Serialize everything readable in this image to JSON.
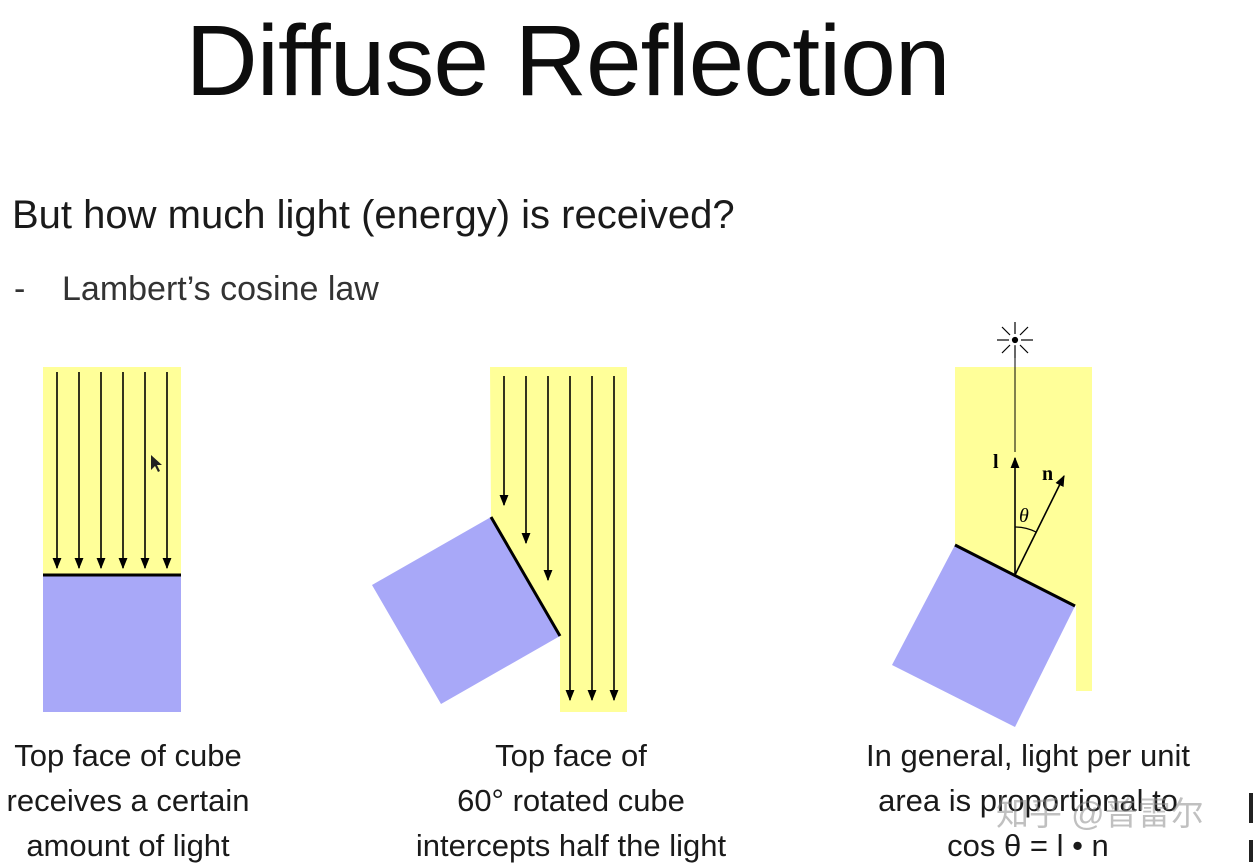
{
  "slide": {
    "title": "Diffuse Reflection",
    "question": "But how much light (energy) is received?",
    "bullet_dash": "-",
    "bullet": "Lambert’s cosine law"
  },
  "colors": {
    "light_beam": "#ffff99",
    "cube": "#a8a8f8",
    "text": "#111111"
  },
  "diagrams": {
    "left": {
      "caption_lines": [
        "Top face of cube",
        "receives a certain",
        "amount of light"
      ]
    },
    "middle": {
      "caption_lines": [
        "Top face of",
        "60° rotated cube",
        "intercepts half the light"
      ]
    },
    "right": {
      "light_label": "l",
      "normal_label": "n",
      "angle_label": "θ",
      "caption_lines": [
        "In general, light per unit",
        "area is proportional to",
        "cos θ = l • n"
      ]
    }
  },
  "watermark": "知乎 @普雷尔"
}
